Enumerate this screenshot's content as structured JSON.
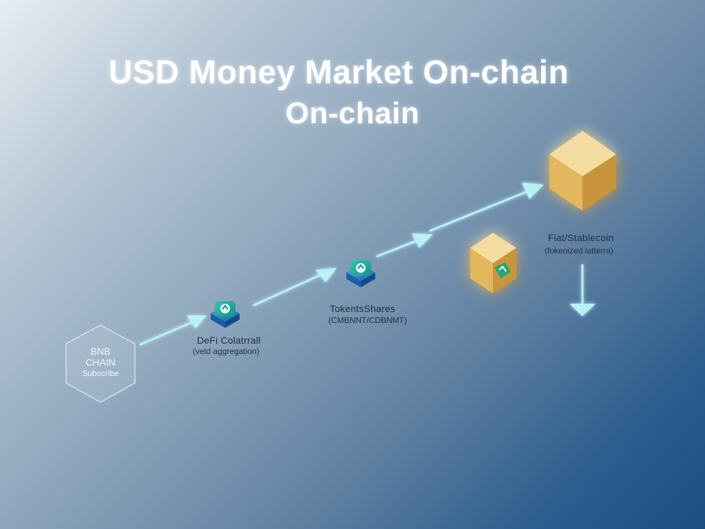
{
  "title": {
    "line1": "USD Money Market On-chain",
    "line2": "On-chain"
  },
  "nodes": {
    "bnb": {
      "line1": "BNB",
      "line2": "CHAIN",
      "line3": "Subscribe"
    },
    "defi": {
      "label": "DeFi Colatrrall",
      "sublabel": "(veld aggregation)"
    },
    "tokens": {
      "label": "TokentsShares",
      "sublabel": "(CMBNNT/CDBNMT)"
    },
    "fiat": {
      "label": "Fiat/Stablecoin",
      "sublabel": "(fokenized latterra)"
    }
  },
  "colors": {
    "arrow": "#b8f1f4",
    "cube_top": "#f4dca0",
    "cube_left": "#e1b75f",
    "cube_right": "#c8953d",
    "token_teal": "#2db3a6",
    "token_blue": "#2f7fd1"
  }
}
